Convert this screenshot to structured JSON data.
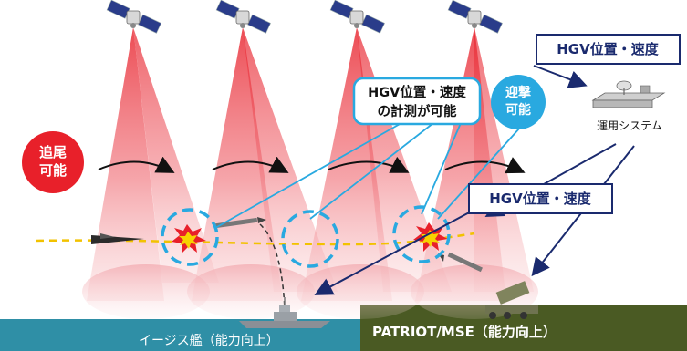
{
  "labels": {
    "tracking": [
      "追尾",
      "可能"
    ],
    "measurement": [
      "HGV位置・速度",
      "の計測が可能"
    ],
    "intercept": [
      "迎撃",
      "可能"
    ],
    "hgv_info_top": "HGV位置・速度",
    "hgv_info_mid": "HGV位置・速度",
    "ops_system": "運用システム",
    "aegis": "イージス艦（能力向上）",
    "patriot": "PATRIOT/MSE（能力向上）"
  },
  "colors": {
    "beam": "#e8202a",
    "tracking_badge": "#e8202a",
    "intercept_badge": "#29a9e0",
    "leader_line": "#29a9e0",
    "dashed_circle": "#29a9e0",
    "box_border": "#1a2a6e",
    "box_text": "#1a2a6e",
    "sea": "#2f8fa6",
    "land": "#4a5a23",
    "hgv_path": "#f2c200"
  },
  "icons": {
    "satellite": "satellite-icon",
    "hgv": "hgv-glide-vehicle-icon",
    "interceptor": "interceptor-missile-icon",
    "explosion": "explosion-icon",
    "ops_system": "ground-station-icon",
    "ship": "aegis-ship-icon",
    "launcher": "patriot-launcher-icon"
  }
}
